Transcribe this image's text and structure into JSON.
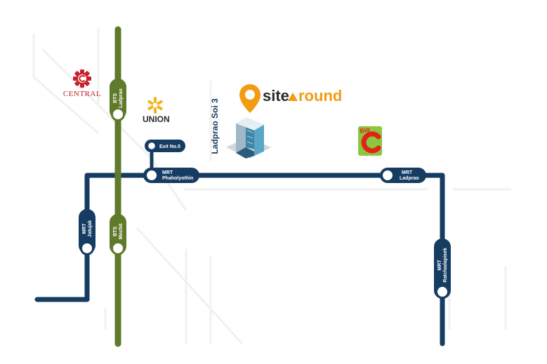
{
  "colors": {
    "bts_line": "#5f7a2b",
    "mrt_line": "#163c62",
    "brand_orange": "#f39c12",
    "central_red": "#c8202a",
    "union_yellow": "#f3b31c",
    "bigc_green": "#8cc63f",
    "bigc_red": "#e2231a",
    "road_faint": "#f2f2f2"
  },
  "brand": {
    "name_part1": "site",
    "name_part2": "round",
    "icon": "map-pin-icon"
  },
  "landmarks": {
    "central": "CENTRAL",
    "union": "UNION",
    "bigc": "Big"
  },
  "roads": {
    "soi": "Ladprao Soi 3"
  },
  "stations": {
    "bts_ladprao": {
      "line1": "BTS",
      "line2": "Ladprao"
    },
    "bts_mochit": {
      "line1": "BTS",
      "line2": "Mochit"
    },
    "mrt_jatujak": {
      "line1": "MRT",
      "line2": "Jatujak"
    },
    "exit5": {
      "label": "Exit No.5"
    },
    "mrt_phaholyothin": {
      "line1": "MRT",
      "line2": "Phaholyothin"
    },
    "mrt_ladprao": {
      "line1": "MRT",
      "line2": "Ladprao"
    },
    "mrt_ratchadapisek": {
      "line1": "MRT",
      "line2": "Ratchadapisek"
    }
  }
}
